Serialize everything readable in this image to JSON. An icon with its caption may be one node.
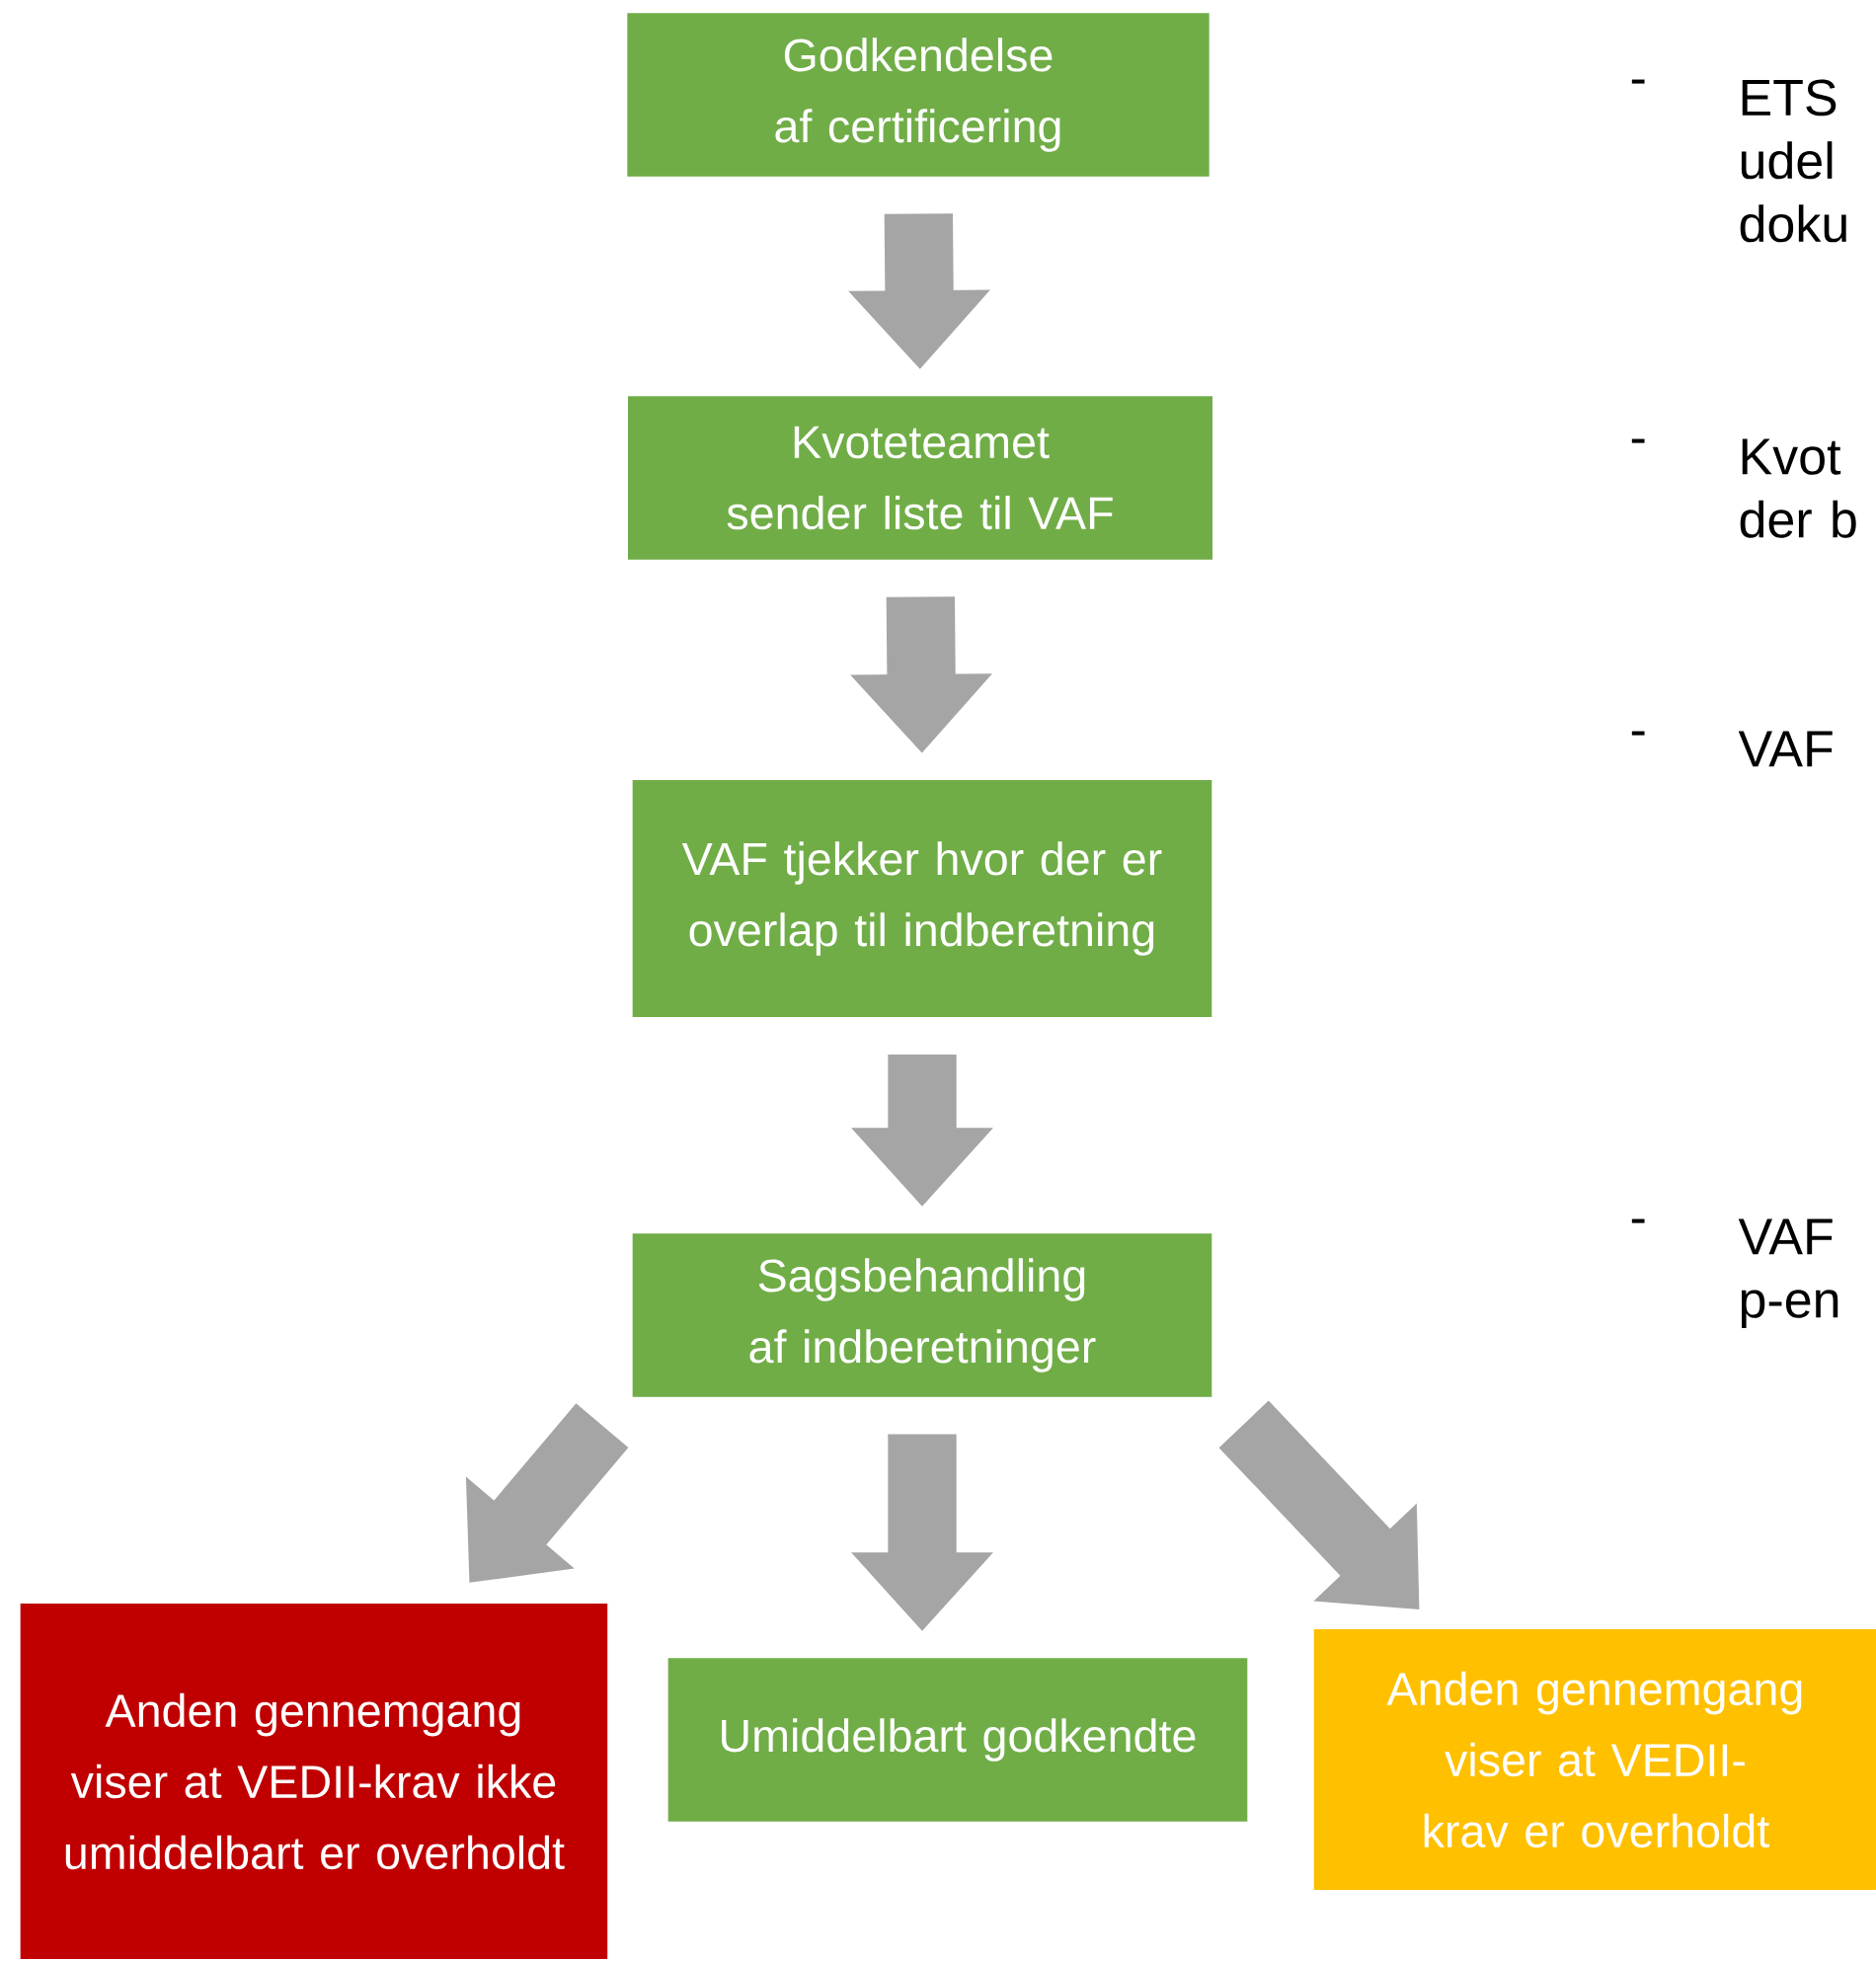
{
  "diagram": {
    "nodes": [
      {
        "text": [
          "Godkendelse af certificering"
        ]
      },
      {
        "text": [
          "Kvoteteamet sender liste til VAF"
        ]
      },
      {
        "text": [
          "VAF tjekker hvor der er overlap til indberetning"
        ]
      },
      {
        "text": [
          "Sagsbehandling af indberetninger"
        ]
      },
      {
        "text": [
          "Anden gennemgang viser at VEDII-krav ikke umiddelbart er overholdt"
        ]
      },
      {
        "text": [
          "Umiddelbart godkendte"
        ]
      },
      {
        "text": [
          "Anden gennemgang viser at VEDII-krav er overholdt"
        ]
      }
    ],
    "edges": [
      {
        "from": 0,
        "to": 1,
        "arrow": "to"
      },
      {
        "from": 1,
        "to": 2,
        "arrow": "to"
      },
      {
        "from": 2,
        "to": 3,
        "arrow": "to"
      },
      {
        "from": 3,
        "to": 4,
        "arrow": "to"
      },
      {
        "from": 3,
        "to": 5,
        "arrow": "to"
      },
      {
        "from": 3,
        "to": 6,
        "arrow": "to"
      }
    ],
    "labels": [
      "-",
      "ETS udel doku",
      "-",
      "Kvot der b",
      "-",
      "VAF",
      "-",
      "VAF p-en"
    ]
  }
}
